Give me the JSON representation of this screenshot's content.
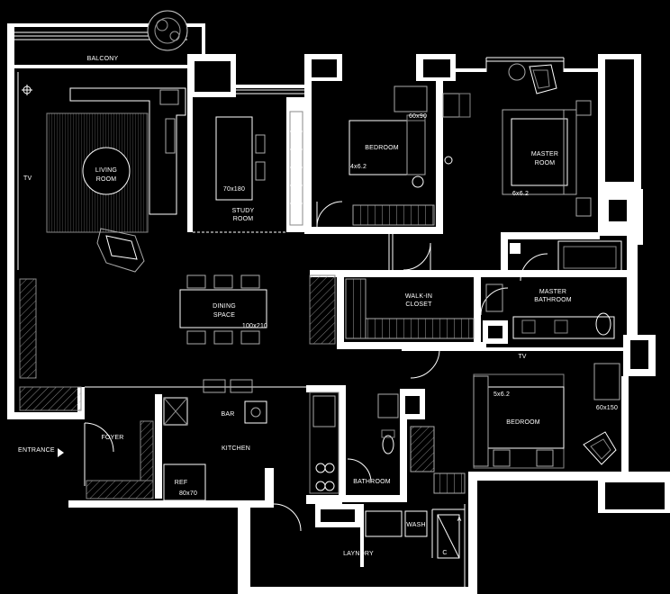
{
  "rooms": {
    "balcony": "BALCONY",
    "living_1": "LIVING",
    "living_2": "ROOM",
    "tv_living": "TV",
    "study_1": "STUDY",
    "study_2": "ROOM",
    "study_desk": "70x180",
    "bedroom1": "BEDROOM",
    "bedroom1_size": "4x6.2",
    "bedroom1_desk": "60x90",
    "master_1": "MASTER",
    "master_2": "ROOM",
    "master_size": "6x6.2",
    "dining_1": "DINING",
    "dining_2": "SPACE",
    "dining_table": "100x210",
    "walkin_1": "WALK-IN",
    "walkin_2": "CLOSET",
    "master_bath_1": "MASTER",
    "master_bath_2": "BATHROOM",
    "tv_bedroom": "TV",
    "bedroom2": "BEDROOM",
    "bedroom2_size": "5x6.2",
    "bedroom2_desk": "60x150",
    "foyer": "FOYER",
    "bar": "BAR",
    "kitchen": "KITCHEN",
    "ref": "REF",
    "ref_size": "80x70",
    "bathroom": "BATHROOM",
    "wash": "WASH",
    "laundry": "LAYNDRY",
    "mark_a": "A",
    "mark_c": "C"
  },
  "entrance": {
    "label": "ENTRANCE"
  }
}
